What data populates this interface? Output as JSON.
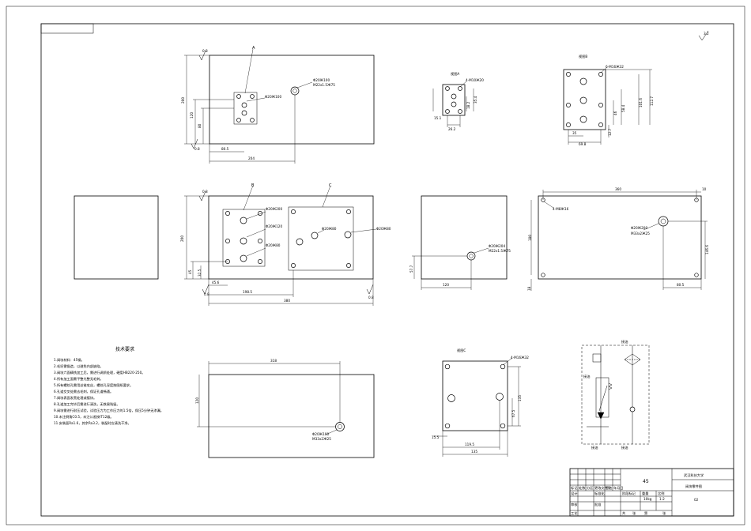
{
  "view_top": {
    "callout_A": "A",
    "hole1": [
      "Φ20Ж100",
      "M22x1.5Ж75"
    ],
    "hole2": "Φ20Ж100",
    "dims": {
      "d200": "200",
      "d120": "120",
      "d80": "80",
      "d80_5": "80.5",
      "d204": "204",
      "r08a": "0.8",
      "r08b": "0.8"
    }
  },
  "view_A": {
    "title": "视图A",
    "thread": "4-M10Ж20",
    "dims": {
      "d15_1": "15.1",
      "d26_2": "26.2",
      "d35_4": "35.4",
      "d18_2": "18.2"
    }
  },
  "view_B": {
    "title": "视图B",
    "thread": "6-M16Ж32",
    "dims": {
      "d35": "35",
      "d69_8": "69.8",
      "d12_7": "12.7",
      "d46": "46",
      "d58_4": "58.4",
      "d101_6": "101.6",
      "d112_7": "112.7"
    }
  },
  "view_front": {
    "callout_B": "B",
    "callout_C": "C",
    "holes": [
      "Φ20Ж200",
      "Φ20Ж120",
      "Φ20Ж80",
      "Φ20Ж80",
      "Φ20Ж80"
    ],
    "dims": {
      "d200": "200",
      "d45": "45",
      "d32_5": "32.5",
      "d45_6": "45.6",
      "d198_5": "198.5",
      "d380": "380",
      "r08a": "0.8",
      "r08b": "0.8",
      "r08c": "0.8"
    }
  },
  "view_side": {
    "hole": [
      "Φ20Ж204",
      "M22x1.5Ж75"
    ],
    "dims": {
      "d57_7": "57.7",
      "d120": "120"
    }
  },
  "view_right": {
    "thread": "4-M8Ж16",
    "hole": [
      "Φ20Ж200",
      "M33x2Ж25"
    ],
    "dims": {
      "d360": "360",
      "d10": "10",
      "d180": "180",
      "d146_6": "146.6",
      "d80_5": "80.5",
      "d18": "18"
    }
  },
  "tech": {
    "title": "技术要求",
    "lines": [
      "1.阀块材料：45钢。",
      "2.毛坯需锻造，以避免内部缺陷。",
      "3.阀块六面精铣加工后，需进行调质处理，硬度HB220-250。",
      "4.所有加工面需平整光整无毛刺。",
      "5.所有螺纹孔需用丝锥攻丝，螺纹孔深度按图纸要求。",
      "6.孔道交叉处需去毛刺，保证孔道畅通。",
      "7.阀块表面发黑处理或镀锌。",
      "8.孔道加工完毕后需进行清洗，无铁屑残留。",
      "9.阀块需进行耐压试验，试验压力为工作压力的1.5倍，保压5分钟无渗漏。",
      "10.未注倒角C0.5，未注公差按IT12级。",
      "11.安装面Ra1.6，其余Ra3.2，装配时应清洗干净。"
    ]
  },
  "view_bottom": {
    "hole": [
      "Φ20Ж100",
      "M33x2Ж25"
    ],
    "dims": {
      "d318": "318",
      "d120": "120"
    }
  },
  "view_C": {
    "title": "视图C",
    "thread": "4-M16Ж32",
    "dims": {
      "d135v": "135",
      "d67_5": "67.5",
      "d15_5": "15.5",
      "d119_5": "119.5",
      "d135h": "135"
    }
  },
  "schematic": {
    "labels": [
      "接油",
      "接油",
      "接油",
      "接油"
    ]
  },
  "title_block": {
    "material": "45",
    "university": "武汉科技大学",
    "drawing_name": "阀块零件图",
    "drawing_no": "02",
    "scale": "1:2",
    "mass": "10kg",
    "header_cells": [
      "标记",
      "处数",
      "分区",
      "更改文件号",
      "签名",
      "年月日"
    ],
    "role_cells": [
      "设计",
      "标准化",
      "审核",
      "工艺",
      "批准"
    ],
    "stage_cells": [
      "阶段标记",
      "重量",
      "比例"
    ],
    "sheet_cells": [
      "共",
      "张",
      "第",
      "张"
    ]
  },
  "roughness_corner": "3.2"
}
